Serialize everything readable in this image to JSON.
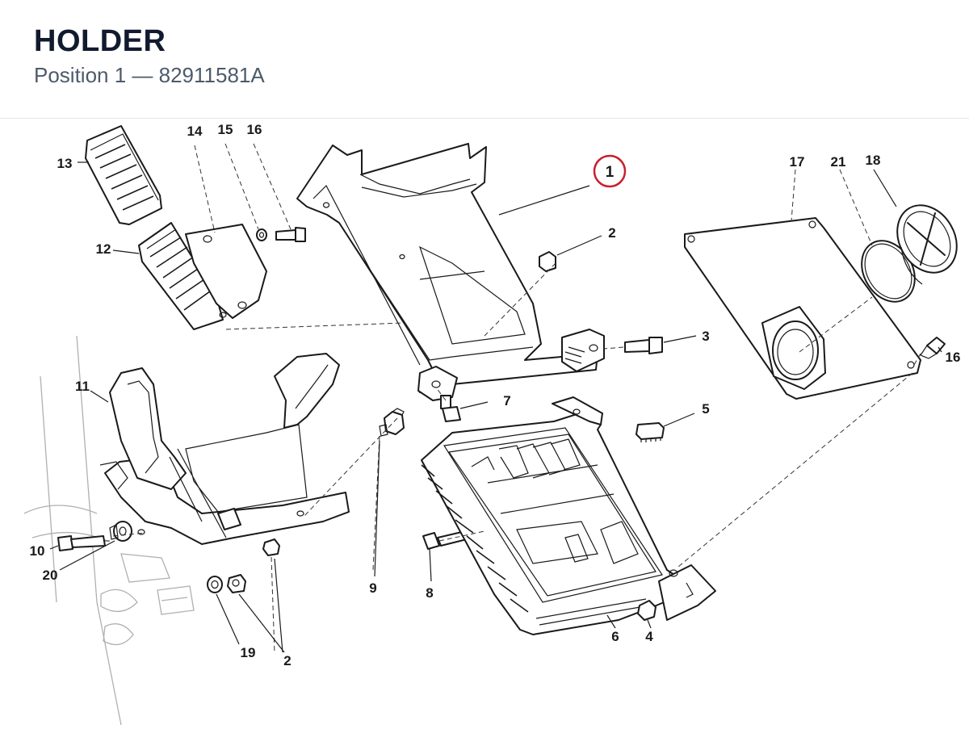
{
  "header": {
    "title": "HOLDER",
    "subtitle": "Position 1 — 82911581A"
  },
  "highlight_color": "#c8202c",
  "callouts": [
    {
      "id": "c1",
      "label": "1",
      "highlighted": true
    },
    {
      "id": "c2a",
      "label": "2"
    },
    {
      "id": "c2b",
      "label": "2"
    },
    {
      "id": "c3",
      "label": "3"
    },
    {
      "id": "c4",
      "label": "4"
    },
    {
      "id": "c5",
      "label": "5"
    },
    {
      "id": "c6",
      "label": "6"
    },
    {
      "id": "c7",
      "label": "7"
    },
    {
      "id": "c8",
      "label": "8"
    },
    {
      "id": "c9",
      "label": "9"
    },
    {
      "id": "c10",
      "label": "10"
    },
    {
      "id": "c11",
      "label": "11"
    },
    {
      "id": "c12",
      "label": "12"
    },
    {
      "id": "c13",
      "label": "13"
    },
    {
      "id": "c14",
      "label": "14"
    },
    {
      "id": "c15",
      "label": "15"
    },
    {
      "id": "c16a",
      "label": "16"
    },
    {
      "id": "c16b",
      "label": "16"
    },
    {
      "id": "c17",
      "label": "17"
    },
    {
      "id": "c18",
      "label": "18"
    },
    {
      "id": "c19",
      "label": "19"
    },
    {
      "id": "c20",
      "label": "20"
    },
    {
      "id": "c21",
      "label": "21"
    }
  ]
}
